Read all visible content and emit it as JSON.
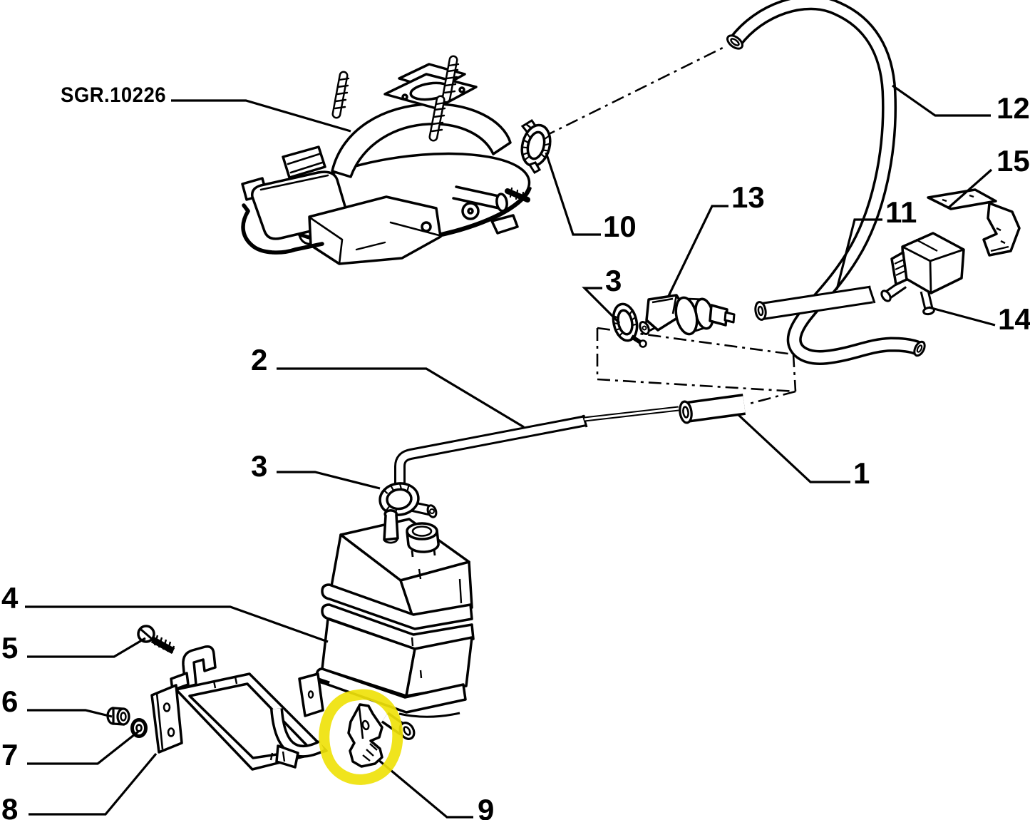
{
  "diagram": {
    "code_label": "SGR.10226",
    "background_color": "#ffffff",
    "line_color": "#000000",
    "highlight_color": "#efe20a",
    "highlighted_part": "9",
    "callouts": {
      "n1": "1",
      "n2": "2",
      "n3a": "3",
      "n3b": "3",
      "n4": "4",
      "n5": "5",
      "n6": "6",
      "n7": "7",
      "n8": "8",
      "n9": "9",
      "n10": "10",
      "n11": "11",
      "n12": "12",
      "n13": "13",
      "n14": "14",
      "n15": "15"
    }
  }
}
